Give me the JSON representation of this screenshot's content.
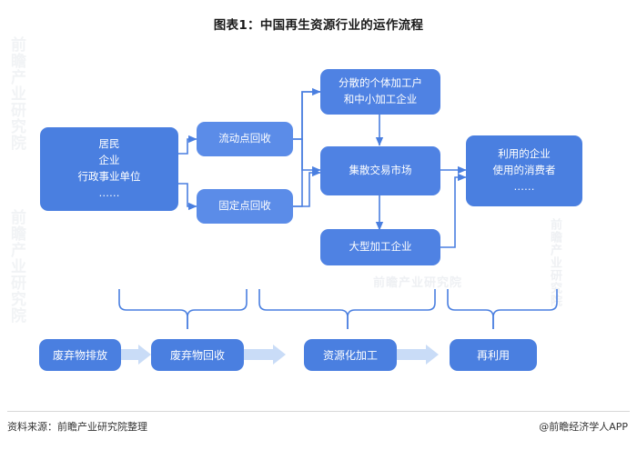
{
  "title": "图表1：中国再生资源行业的运作流程",
  "footer": {
    "source": "资料来源：前瞻产业研究院整理",
    "brand": "@前瞻经济学人APP"
  },
  "watermarks": [
    "前瞻产业研究院",
    "前瞻产业研究院",
    "前瞻产业研究院",
    "前瞻产业研究院"
  ],
  "colors": {
    "node_primary": "#4a7fe0",
    "node_light": "#5b8ce8",
    "arrow_light": "#c9dcf7",
    "connector": "#4a7fe0",
    "text_on_node": "#ffffff"
  },
  "nodes": {
    "source": {
      "name": "source-node",
      "lines": [
        "居民",
        "企业",
        "行政事业单位",
        "……"
      ]
    },
    "mobile_recycle": {
      "name": "mobile-recycling-node",
      "lines": [
        "流动点回收"
      ]
    },
    "fixed_recycle": {
      "name": "fixed-recycling-node",
      "lines": [
        "固定点回收"
      ]
    },
    "small_processors": {
      "name": "small-processors-node",
      "lines": [
        "分散的个体加工户",
        "和中小加工企业"
      ]
    },
    "market": {
      "name": "trading-market-node",
      "lines": [
        "集散交易市场"
      ]
    },
    "large_processors": {
      "name": "large-processors-node",
      "lines": [
        "大型加工企业"
      ]
    },
    "users": {
      "name": "end-users-node",
      "lines": [
        "利用的企业",
        "使用的消费者",
        "……"
      ]
    }
  },
  "flow": {
    "name": "bottom-flow",
    "steps": [
      {
        "label": "废弃物排放"
      },
      {
        "label": "废弃物回收"
      },
      {
        "label": "资源化加工"
      },
      {
        "label": "再利用"
      }
    ]
  }
}
